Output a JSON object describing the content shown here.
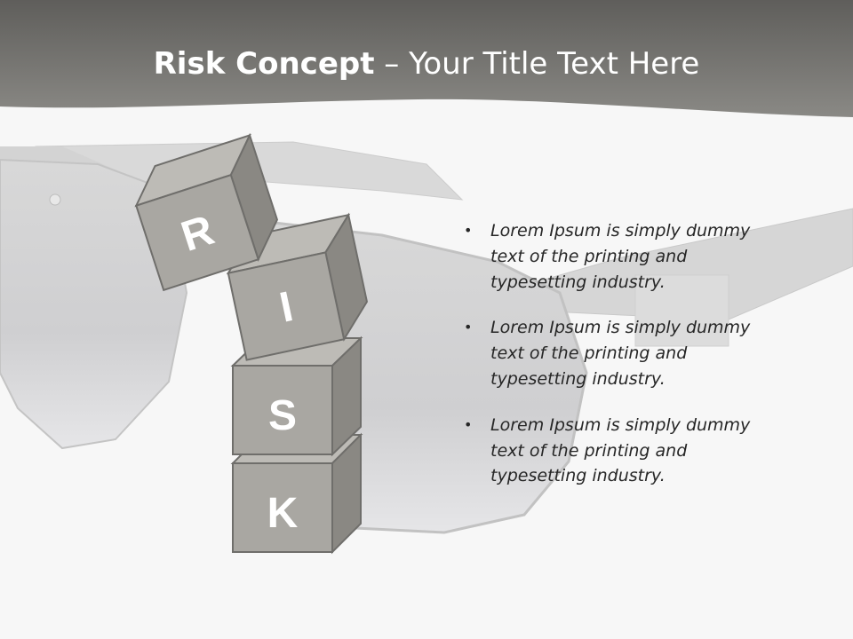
{
  "slide": {
    "title_bold": "Risk Concept",
    "title_rest": " – Your Title Text Here"
  },
  "blocks": [
    {
      "letter": "R"
    },
    {
      "letter": "I"
    },
    {
      "letter": "S"
    },
    {
      "letter": "K"
    }
  ],
  "bullets": [
    {
      "text": "Lorem Ipsum is simply dummy text of the printing and typesetting industry."
    },
    {
      "text": "Lorem Ipsum is simply dummy text of the printing and typesetting industry."
    },
    {
      "text": "Lorem Ipsum is simply dummy text of the printing and typesetting industry."
    }
  ],
  "bullet_marker": "•",
  "colors": {
    "banner": "#7c7b78",
    "background": "#f7f7f7",
    "cube_front": "#a9a7a2",
    "cube_top": "#bdbbb6",
    "cube_side": "#8a8883",
    "cube_stroke": "#6f6e6b",
    "text": "#262626"
  }
}
